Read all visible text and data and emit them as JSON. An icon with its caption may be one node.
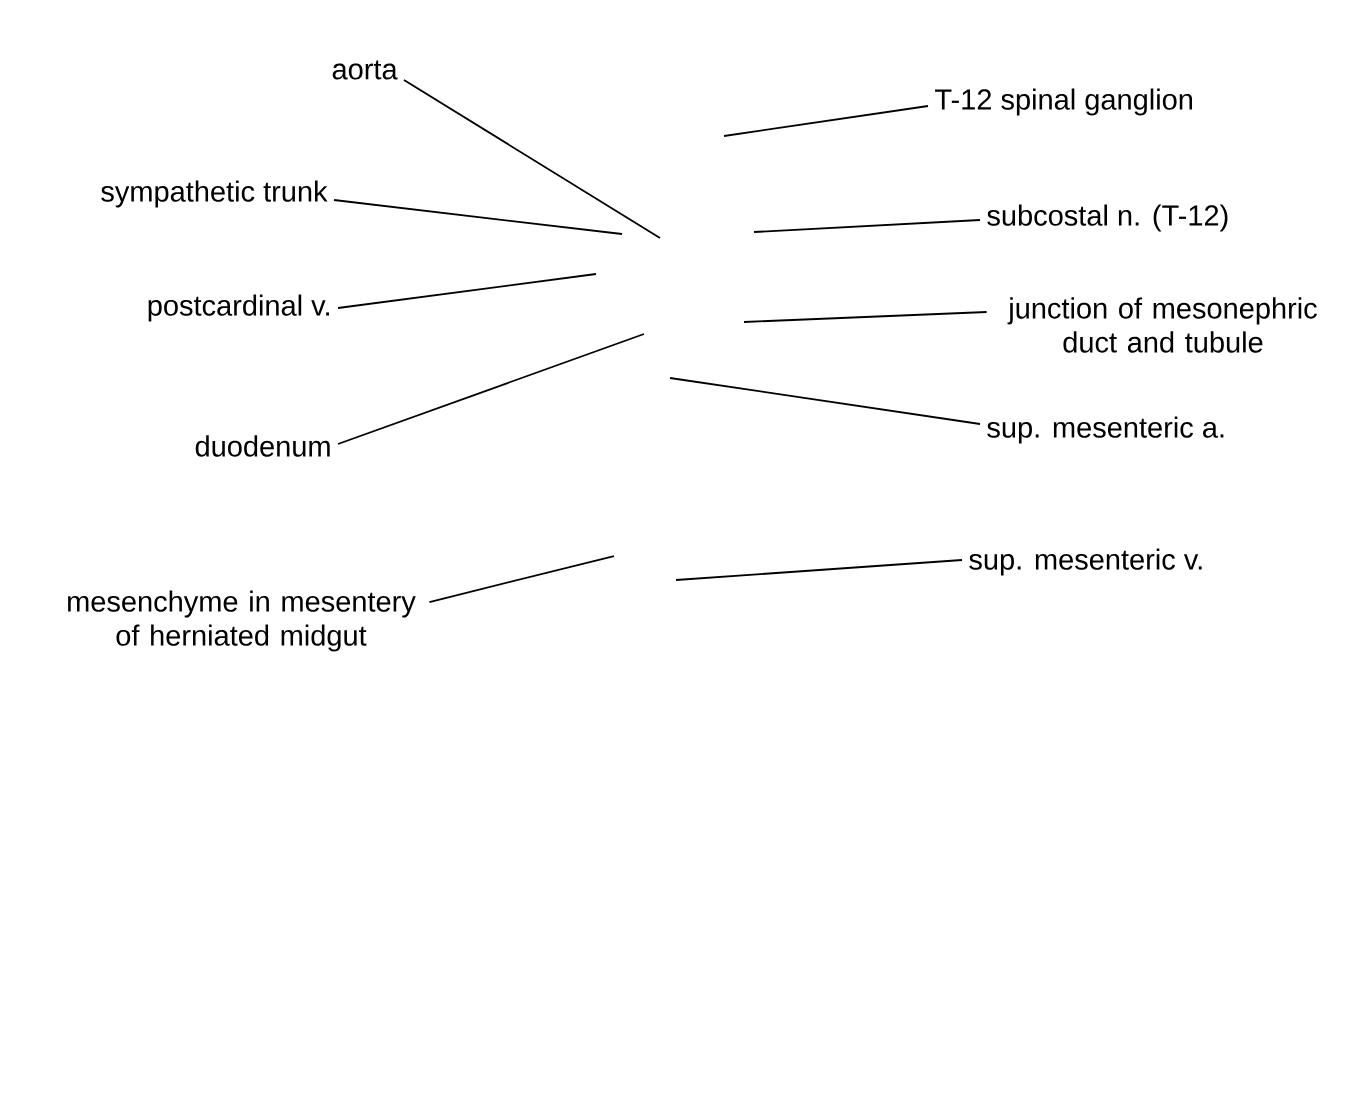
{
  "diagram": {
    "nodes": [
      {
        "text": [
          "aorta"
        ]
      },
      {
        "text": [
          "T-12 spinal ganglion"
        ]
      },
      {
        "text": [
          "sympathetic trunk"
        ]
      },
      {
        "text": [
          "subcostal n. (T-12)"
        ]
      },
      {
        "text": [
          "postcardinal v."
        ]
      },
      {
        "text": [
          "junction of mesonephric duct and tubule"
        ]
      },
      {
        "text": [
          "sup. mesenteric a."
        ]
      },
      {
        "text": [
          "duodenum"
        ]
      },
      {
        "text": [
          "sup. mesenteric v."
        ]
      },
      {
        "text": [
          "mesenchyme in mesentery of herniated midgut"
        ]
      }
    ],
    "edges": [
      {
        "from": 0,
        "to": null,
        "arrow": "none"
      },
      {
        "from": 1,
        "to": null,
        "arrow": "none"
      },
      {
        "from": 2,
        "to": null,
        "arrow": "none"
      },
      {
        "from": 3,
        "to": null,
        "arrow": "none"
      },
      {
        "from": 4,
        "to": null,
        "arrow": "none"
      },
      {
        "from": 5,
        "to": null,
        "arrow": "none"
      },
      {
        "from": 6,
        "to": null,
        "arrow": "none"
      },
      {
        "from": 7,
        "to": null,
        "arrow": "none"
      },
      {
        "from": 8,
        "to": null,
        "arrow": "none"
      },
      {
        "from": 9,
        "to": null,
        "arrow": "none"
      }
    ]
  }
}
